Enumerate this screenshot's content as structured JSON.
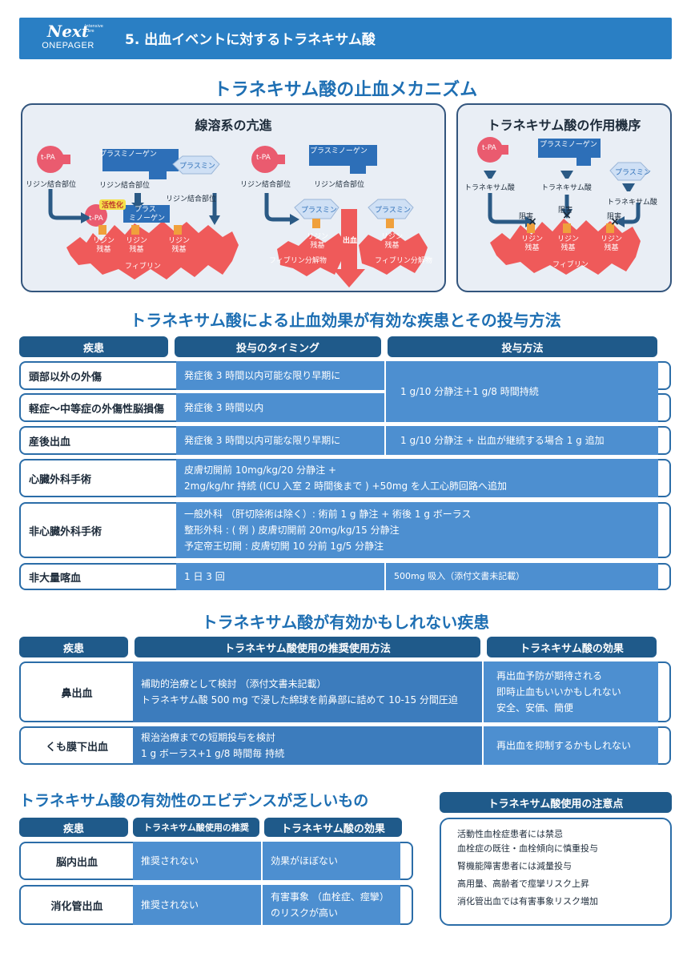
{
  "header": {
    "logo_next": "Next",
    "logo_sub": "Intensive Care",
    "logo_onepager": "ONEPAGER",
    "title": "5. 出血イベントに対するトラネキサム酸"
  },
  "mechanism": {
    "title": "トラネキサム酸の止血メカニズム",
    "left_panel": {
      "title": "線溶系の亢進",
      "labels": {
        "tpa": "t-PA",
        "plasminogen": "プラスミノーゲン",
        "plasmin": "プラスミン",
        "lysine_site": "リジン結合部位",
        "activation": "活性化",
        "plasmino_top": "プラス",
        "plasmino_bottom": "ミノーゲン",
        "lysine_residue_top": "リジン",
        "lysine_residue_bottom": "残基",
        "fibrin": "フィブリン",
        "bleeding": "出血",
        "fibrin_degradation": "フィブリン分解物"
      }
    },
    "right_panel": {
      "title": "トラネキサム酸の作用機序",
      "labels": {
        "tpa": "t-PA",
        "plasminogen": "プラスミノーゲン",
        "plasmin": "プラスミン",
        "txa": "トラネキサム酸",
        "inhibit": "阻害",
        "lysine_residue_top": "リジン",
        "lysine_residue_bottom": "残基",
        "fibrin": "フィブリン"
      }
    }
  },
  "effective": {
    "title": "トラネキサム酸による止血効果が有効な疾患とその投与方法",
    "headers": [
      "疾患",
      "投与のタイミング",
      "投与方法"
    ],
    "rows": [
      {
        "disease": "頭部以外の外傷",
        "timing": "発症後 3 時間以内可能な限り早期に"
      },
      {
        "disease": "軽症〜中等症の外傷性脳損傷",
        "timing": "発症後 3 時間以内"
      },
      {
        "disease": "産後出血",
        "timing": "発症後 3 時間以内可能な限り早期に",
        "method": "1 g/10 分静注 + 出血が継続する場合 1 g 追加"
      },
      {
        "disease": "心臓外科手術",
        "lines": [
          "皮膚切開前 10mg/kg/20 分静注 +",
          "2mg/kg/hr 持続 (ICU 入室 2 時間後まで ) +50mg を人工心肺回路へ追加"
        ]
      },
      {
        "disease": "非心臓外科手術",
        "lines": [
          "一般外科 （肝切除術は除く）: 術前 1 g 静注 + 術後 1 g ボーラス",
          "整形外科 : ( 例 ) 皮膚切開前 20mg/kg/15 分静注",
          "予定帝王切開 : 皮膚切開 10 分前 1g/5 分静注"
        ]
      },
      {
        "disease": "非大量喀血",
        "timing": "1 日 3 回",
        "method": "500mg 吸入（添付文書未記載）"
      }
    ],
    "merged_method": "1 g/10 分静注＋1 g/8 時間持続"
  },
  "maybe": {
    "title": "トラネキサム酸が有効かもしれない疾患",
    "headers": [
      "疾患",
      "トラネキサム酸使用の推奨使用方法",
      "トラネキサム酸の効果"
    ],
    "rows": [
      {
        "disease": "鼻出血",
        "usage": [
          "補助的治療として検討 （添付文書未記載）",
          "トラネキサム酸 500 mg で浸した綿球を前鼻部に詰めて 10-15 分間圧迫"
        ],
        "effect": [
          "再出血予防が期待される",
          "即時止血もいいかもしれない",
          "安全、安価、簡便"
        ]
      },
      {
        "disease": "くも膜下出血",
        "usage": [
          "根治治療までの短期投与を検討",
          "1 g ボーラス+1 g/8 時間毎 持続"
        ],
        "effect": [
          "再出血を抑制するかもしれない"
        ]
      }
    ]
  },
  "poor": {
    "title": "トラネキサム酸の有効性のエビデンスが乏しいもの",
    "headers": [
      "疾患",
      "トラネキサム酸使用の推奨",
      "トラネキサム酸の効果"
    ],
    "rows": [
      {
        "disease": "脳内出血",
        "recommend": "推奨されない",
        "effect": [
          "効果がほぼない"
        ]
      },
      {
        "disease": "消化管出血",
        "recommend": "推奨されない",
        "effect": [
          "有害事象 （血栓症、痙攣）",
          "のリスクが高い"
        ]
      }
    ]
  },
  "notes": {
    "title": "トラネキサム酸使用の注意点",
    "items": [
      "活動性血栓症患者には禁忌",
      "血栓症の既往・血栓傾向に慎重投与",
      "腎機能障害患者には減量投与",
      "高用量、高齢者で痙攣リスク上昇",
      "消化管出血では有害事象リスク増加"
    ]
  },
  "colors": {
    "brand_blue": "#2a7fc4",
    "header_navy": "#1f5a8a",
    "cell_blue": "#4d8fd0",
    "fibrin_red": "#ef5a5a",
    "plasminogen_blue": "#2d6fb8",
    "plasmin_light": "#cfe0f5",
    "inhibit_orange": "#f0a03c"
  }
}
